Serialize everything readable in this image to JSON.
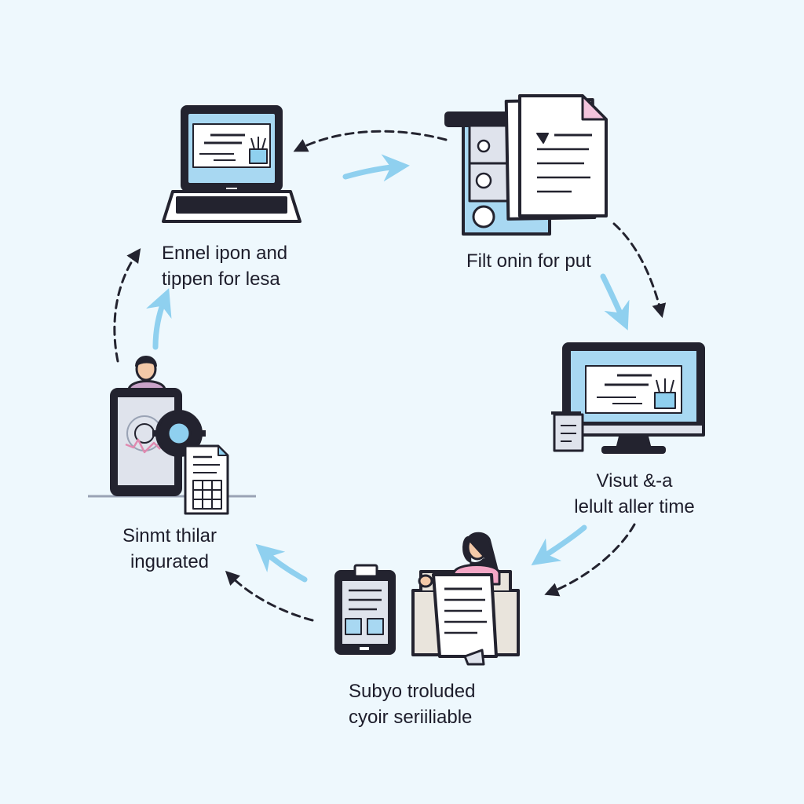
{
  "steps": [
    {
      "id": "laptop-step",
      "lines": [
        "Ennel ipon and",
        "tippen for lesa"
      ]
    },
    {
      "id": "document-step",
      "lines": [
        "Filt onin for put"
      ]
    },
    {
      "id": "monitor-step",
      "lines": [
        "Visut &-a",
        "lelult aller time"
      ]
    },
    {
      "id": "reader-step",
      "lines": [
        "Subyo troluded",
        "cyoir seriiliable"
      ]
    },
    {
      "id": "tablet-step",
      "lines": [
        "Sinmt thilar",
        "ingurated"
      ]
    }
  ],
  "colors": {
    "background": "#eef8fd",
    "outline": "#23232f",
    "screen": "#a8d8f2",
    "accent_arrow": "#8fd0ef",
    "document_pink": "#f2c4dc",
    "person_shirt": "#f4a7c6",
    "text": "#1d1d2b"
  },
  "icons": [
    "laptop-icon",
    "document-stack-icon",
    "monitor-icon",
    "person-reading-icon",
    "tablet-icon",
    "gear-icon",
    "calculator-document-icon"
  ]
}
